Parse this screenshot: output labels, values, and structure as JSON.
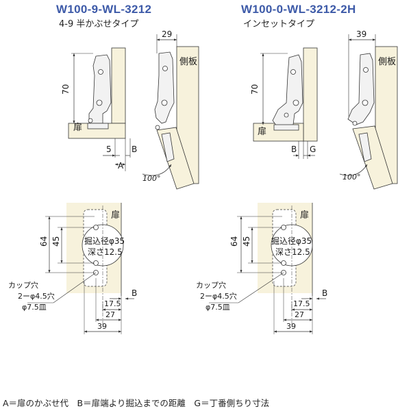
{
  "colors": {
    "title": "#3d5aa8",
    "panel": "#f7f2dc",
    "line": "#333333",
    "hinge_fill": "#f2f2f2"
  },
  "left": {
    "title": "W100-9-WL-3212",
    "subtitle": "4-9 半かぶせタイプ",
    "label_side_panel": "側板",
    "label_door": "扉",
    "dim_height": "70",
    "dim_depth": "29",
    "dim_5": "5",
    "label_A": "A",
    "label_B": "B",
    "angle": "100°"
  },
  "right": {
    "title": "W100-0-WL-3212-2H",
    "subtitle": "インセットタイプ",
    "label_side_panel": "側板",
    "label_door": "扉",
    "dim_height": "70",
    "dim_depth": "39",
    "label_B": "B",
    "label_G": "G",
    "angle": "100°"
  },
  "bottom_left": {
    "label_door": "扉",
    "dim_64": "64",
    "dim_45": "45",
    "cup_dia": "掘込径φ35",
    "cup_depth": "深さ12.5",
    "cup_hole_l1": "カップ穴",
    "cup_hole_l2": "2ーφ4.5穴",
    "cup_hole_l3": "φ7.5皿",
    "dim_17_5": "17.5",
    "dim_27": "27",
    "dim_39": "39",
    "label_B": "B"
  },
  "bottom_right": {
    "label_door": "扉",
    "dim_64": "64",
    "dim_45": "45",
    "cup_dia": "掘込径φ35",
    "cup_depth": "深さ12.5",
    "cup_hole_l1": "カップ穴",
    "cup_hole_l2": "2ーφ4.5穴",
    "cup_hole_l3": "φ7.5皿",
    "dim_17_5": "17.5",
    "dim_27": "27",
    "dim_39": "39",
    "label_B": "B"
  },
  "legend": "A＝扉のかぶせ代　B＝扉端より掘込までの距離　G＝丁番側ちり寸法"
}
